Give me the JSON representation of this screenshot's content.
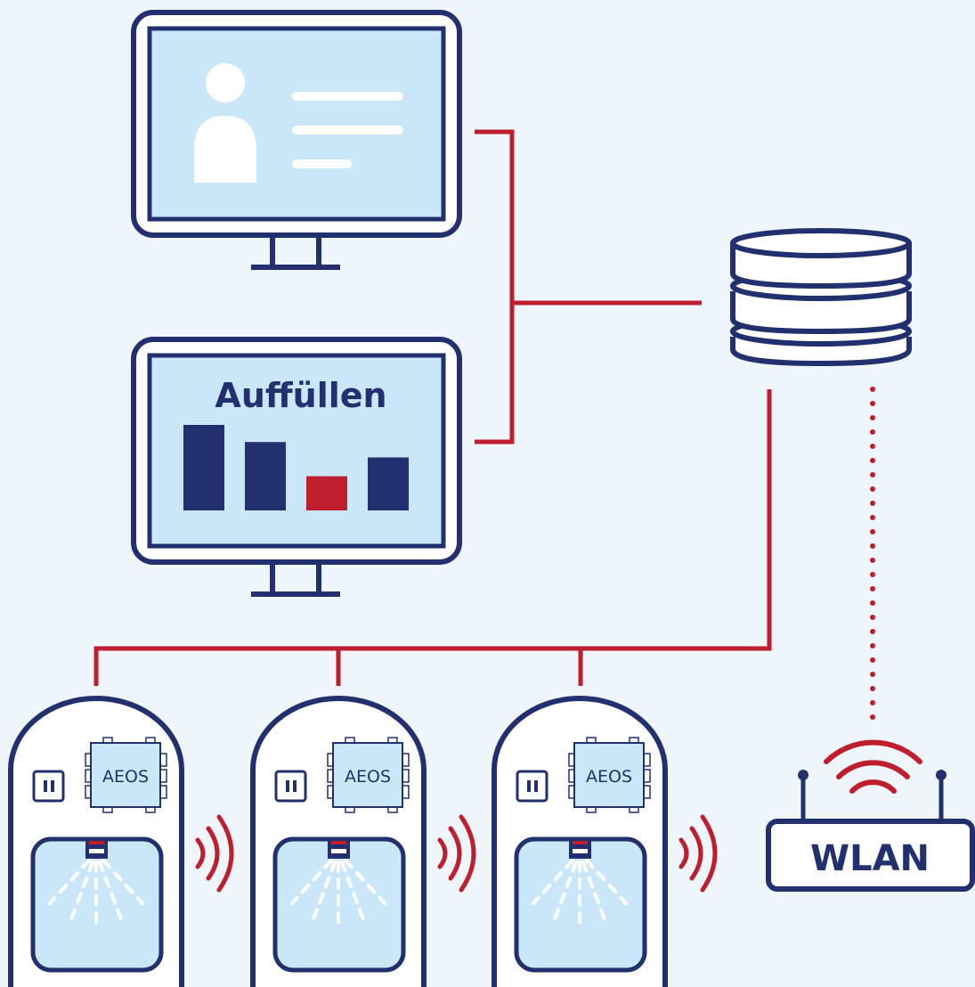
{
  "colors": {
    "navy": "#22306f",
    "red": "#be1e2d",
    "screen_fill": "#c9e7f8",
    "background": "#eef6fc",
    "white": "#ffffff"
  },
  "monitor_top": {
    "icon": "user-profile-icon"
  },
  "monitor_bottom": {
    "title": "Auffüllen",
    "bar_levels": [
      1.0,
      0.8,
      0.4,
      0.62
    ],
    "bar_colors": [
      "navy",
      "navy",
      "red",
      "navy"
    ]
  },
  "database": {
    "icon": "database-icon"
  },
  "dispensers": [
    {
      "module_label": "AEOS"
    },
    {
      "module_label": "AEOS"
    },
    {
      "module_label": "AEOS"
    }
  ],
  "router": {
    "label": "WLAN",
    "icon": "wifi-icon"
  }
}
